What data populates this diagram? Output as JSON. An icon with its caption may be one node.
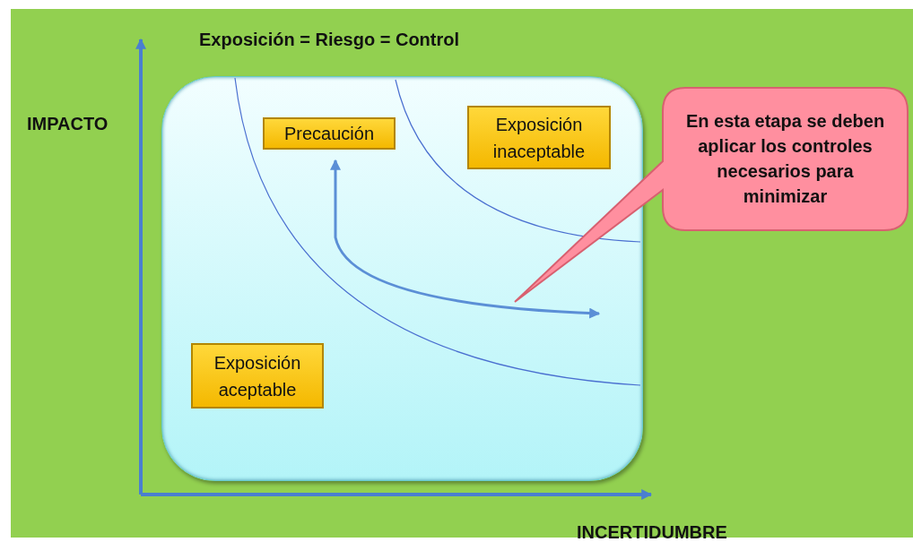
{
  "diagram": {
    "title": "Exposición = Riesgo = Control",
    "nodes": [
      {
        "text": [],
        "shape": "box"
      },
      {
        "text": [
          "Precaución"
        ],
        "in": 0
      },
      {
        "text": [
          "Exposición inaceptable"
        ],
        "in": 0
      },
      {
        "text": [
          "Exposición aceptable"
        ],
        "in": 0
      },
      {
        "text": [
          "En esta etapa se deben aplicar los controles necesarios para minimizar"
        ]
      }
    ],
    "edges": [
      {
        "from": null,
        "to": 1,
        "arrow": "both"
      }
    ],
    "labels": [
      "IMPACTO",
      "INCERTIDUMBRE"
    ]
  }
}
